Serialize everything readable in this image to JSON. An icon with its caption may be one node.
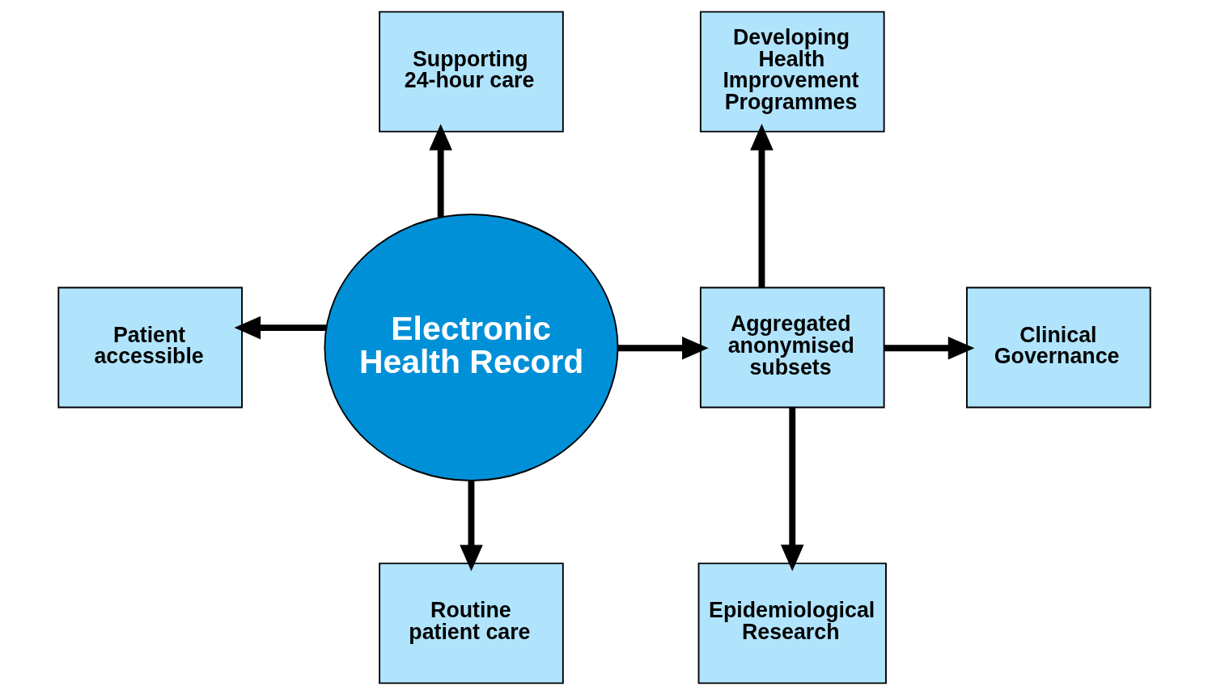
{
  "diagram": {
    "nodes": [
      {
        "text": [
          "Electronic Health Record"
        ]
      },
      {
        "text": [
          "Supporting 24-hour care"
        ]
      },
      {
        "text": [
          "Patient accessible"
        ]
      },
      {
        "text": [
          "Routine patient care"
        ]
      },
      {
        "text": [
          "Aggregated anonymised subsets"
        ]
      },
      {
        "text": [
          "Developing Health Improvement Programmes"
        ]
      },
      {
        "text": [
          "Clinical Governance"
        ]
      },
      {
        "text": [
          "Epidemiological Research"
        ]
      }
    ],
    "edges": [
      {
        "from": 0,
        "to": 1,
        "arrow": "to"
      },
      {
        "from": 0,
        "to": 2,
        "arrow": "to"
      },
      {
        "from": 0,
        "to": 3,
        "arrow": "to"
      },
      {
        "from": 0,
        "to": 4,
        "arrow": "to"
      },
      {
        "from": 4,
        "to": 5,
        "arrow": "to"
      },
      {
        "from": 4,
        "to": 6,
        "arrow": "to"
      },
      {
        "from": 4,
        "to": 7,
        "arrow": "to"
      }
    ]
  }
}
